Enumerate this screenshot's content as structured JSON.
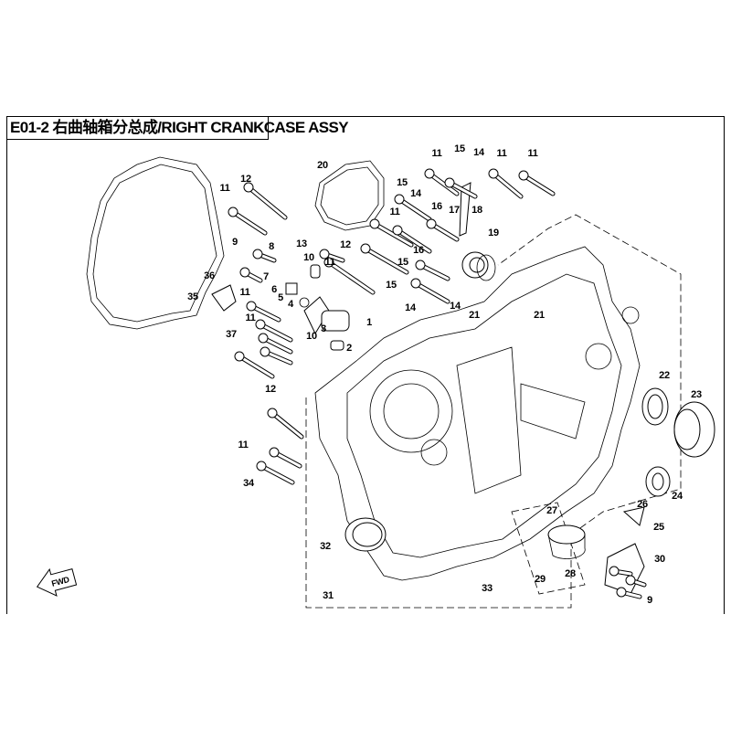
{
  "title": "E01-2 右曲轴箱分总成/RIGHT CRANKCASE ASSY",
  "fwd_label": "FWD",
  "callouts": [
    "11",
    "15",
    "14",
    "11",
    "11",
    "20",
    "12",
    "11",
    "15",
    "14",
    "16",
    "17",
    "18",
    "11",
    "19",
    "9",
    "8",
    "13",
    "10",
    "12",
    "11",
    "16",
    "15",
    "7",
    "36",
    "6",
    "5",
    "4",
    "35",
    "11",
    "15",
    "14",
    "14",
    "21",
    "21",
    "3",
    "1",
    "11",
    "37",
    "10",
    "2",
    "22",
    "23",
    "12",
    "11",
    "34",
    "24",
    "26",
    "27",
    "25",
    "32",
    "30",
    "28",
    "29",
    "33",
    "31",
    "9"
  ]
}
